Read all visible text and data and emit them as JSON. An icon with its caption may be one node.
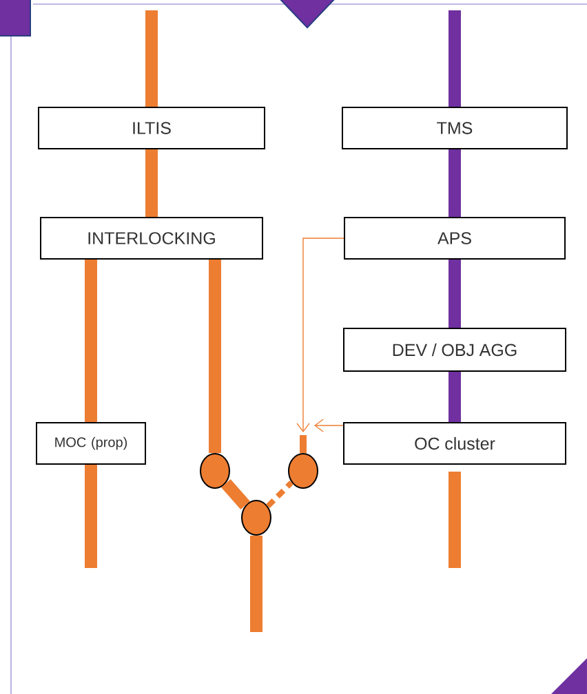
{
  "diagram": {
    "nodes": [
      {
        "text": [
          "ILTIS"
        ]
      },
      {
        "text": [
          "TMS"
        ]
      },
      {
        "text": [
          "INTERLOCKING"
        ]
      },
      {
        "text": [
          "APS"
        ]
      },
      {
        "text": [
          "DEV / OBJ AGG"
        ]
      },
      {
        "text": [
          "MOC (prop)"
        ]
      },
      {
        "text": [
          "OC cluster"
        ]
      },
      {
        "text": [],
        "shape": "circle"
      },
      {
        "text": [],
        "shape": "circle"
      },
      {
        "text": [],
        "shape": "circle"
      }
    ],
    "edges": [
      {
        "from": null,
        "to": 0,
        "arrow": "none"
      },
      {
        "from": 0,
        "to": 2,
        "arrow": "none"
      },
      {
        "from": null,
        "to": 1,
        "arrow": "none",
        "color": "#7030a0"
      },
      {
        "from": 1,
        "to": 3,
        "arrow": "none",
        "color": "#7030a0"
      },
      {
        "from": 3,
        "to": 4,
        "arrow": "none",
        "color": "#7030a0"
      },
      {
        "from": 4,
        "to": 6,
        "arrow": "none",
        "color": "#7030a0"
      },
      {
        "from": 2,
        "to": 5,
        "arrow": "none"
      },
      {
        "from": 2,
        "to": 7,
        "arrow": "none"
      },
      {
        "from": 3,
        "to": 8,
        "arrow": "to"
      },
      {
        "from": 6,
        "to": 8,
        "arrow": "to"
      },
      {
        "from": 7,
        "to": 9,
        "arrow": "none"
      },
      {
        "from": 9,
        "to": 8,
        "arrow": "none",
        "style": "dashed"
      },
      {
        "from": 5,
        "to": null,
        "arrow": "none"
      },
      {
        "from": 6,
        "to": null,
        "arrow": "none"
      },
      {
        "from": 9,
        "to": null,
        "arrow": "none"
      }
    ]
  }
}
